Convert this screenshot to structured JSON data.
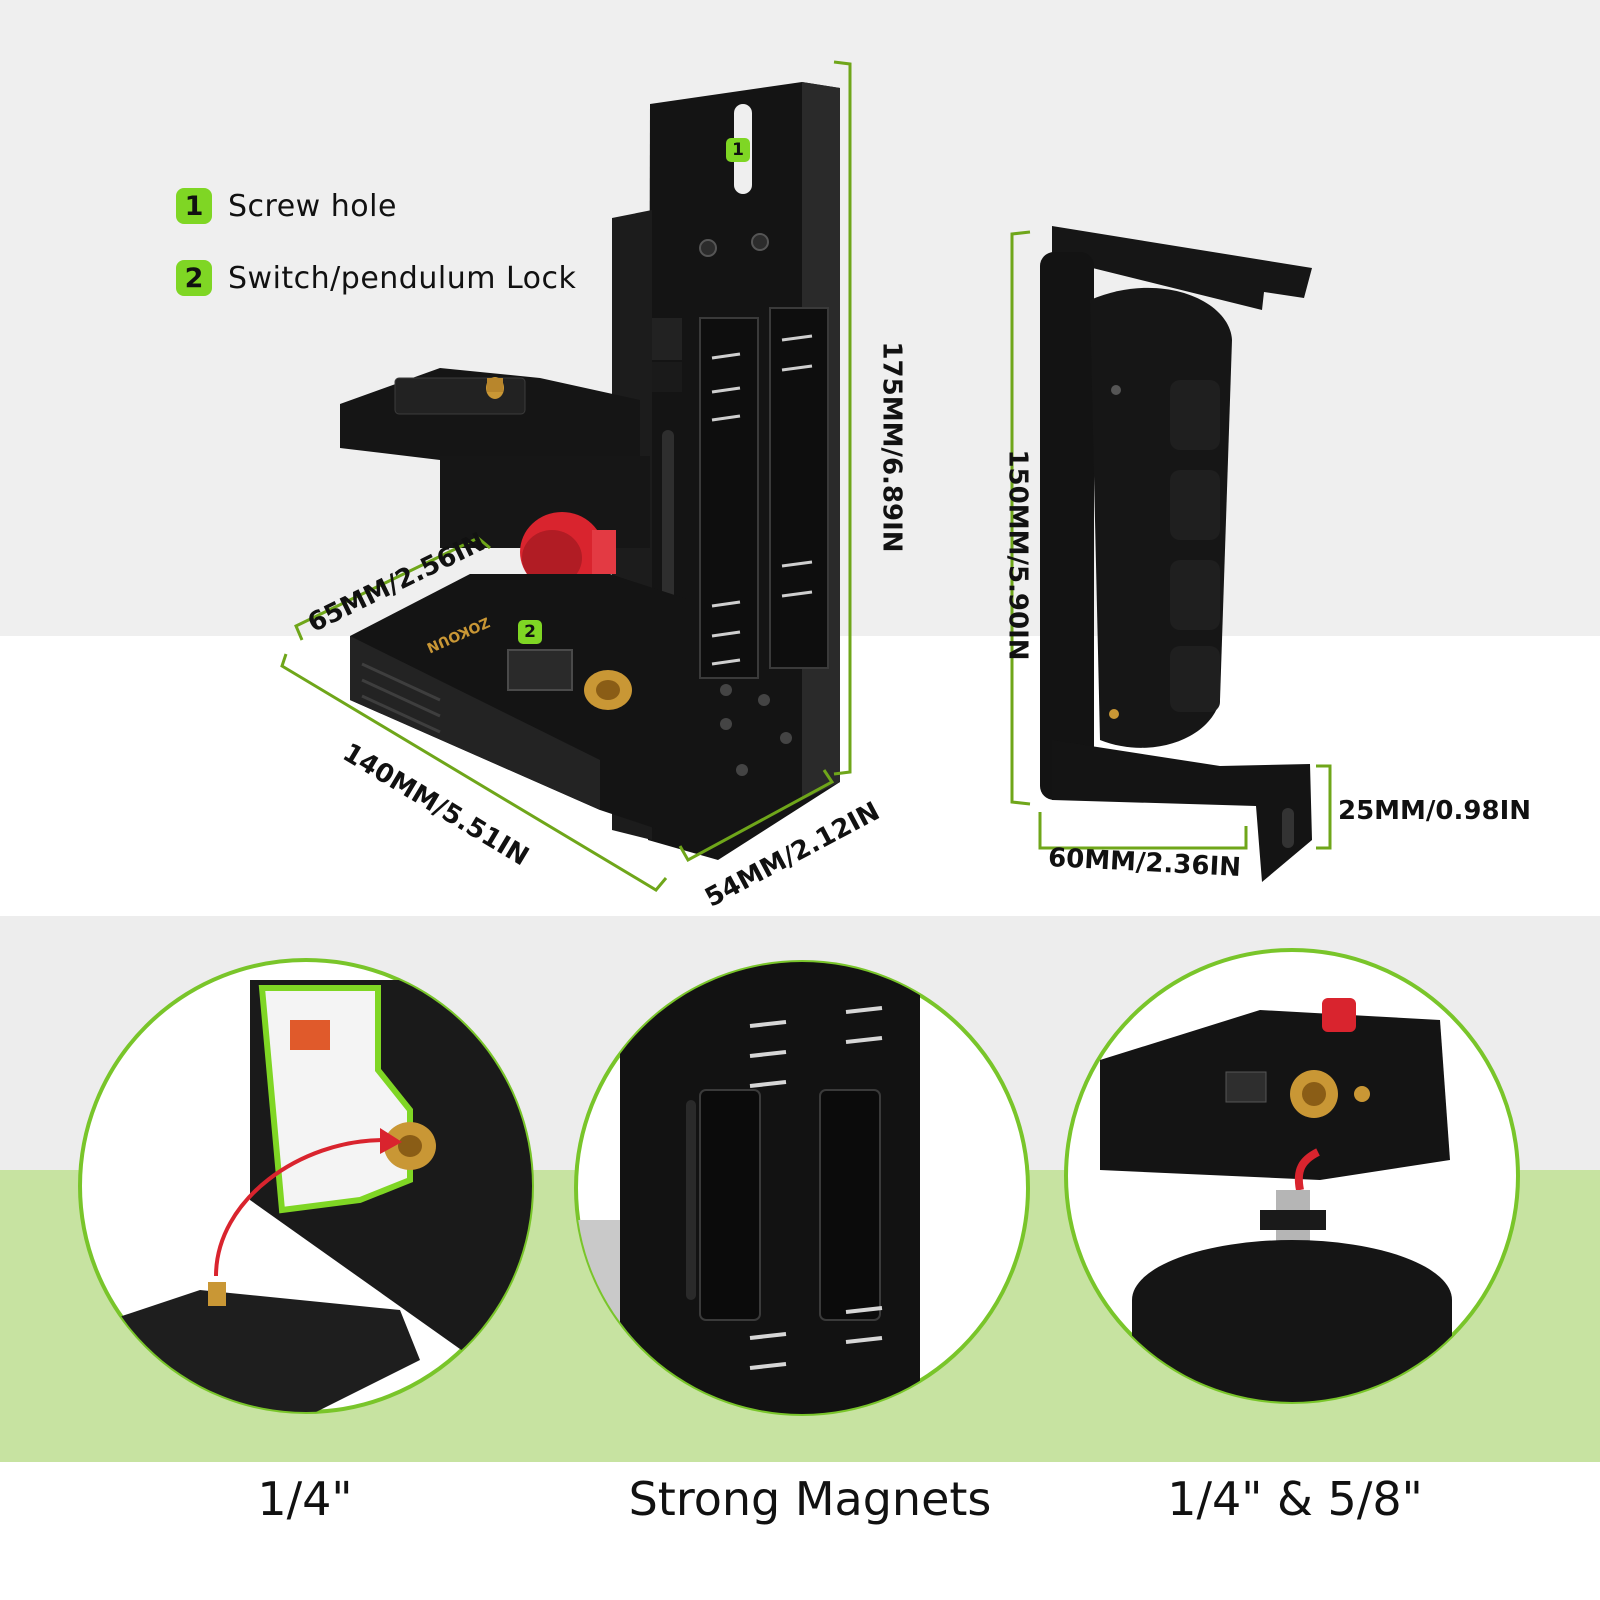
{
  "legend": {
    "items": [
      {
        "number": "1",
        "label": "Screw hole"
      },
      {
        "number": "2",
        "label": "Switch/pendulum Lock"
      }
    ]
  },
  "dimensions": {
    "height_main": "175MM/6.89IN",
    "width_top": "65MM/2.56IN",
    "length_base": "140MM/5.51IN",
    "depth_base": "54MM/2.12IN",
    "height_side": "150MM/5.90IN",
    "width_side": "60MM/2.36IN",
    "foot_side": "25MM/0.98IN"
  },
  "brand_mark": "ZOKOUN",
  "captions": {
    "left": "1/4\"",
    "center": "Strong Magnets",
    "right": "1/4\" & 5/8\""
  },
  "colors": {
    "accent_green": "#7fd624",
    "line_green": "#6fa61a",
    "knob_red": "#d9242e",
    "body_black": "#141414",
    "brass": "#c99735"
  }
}
